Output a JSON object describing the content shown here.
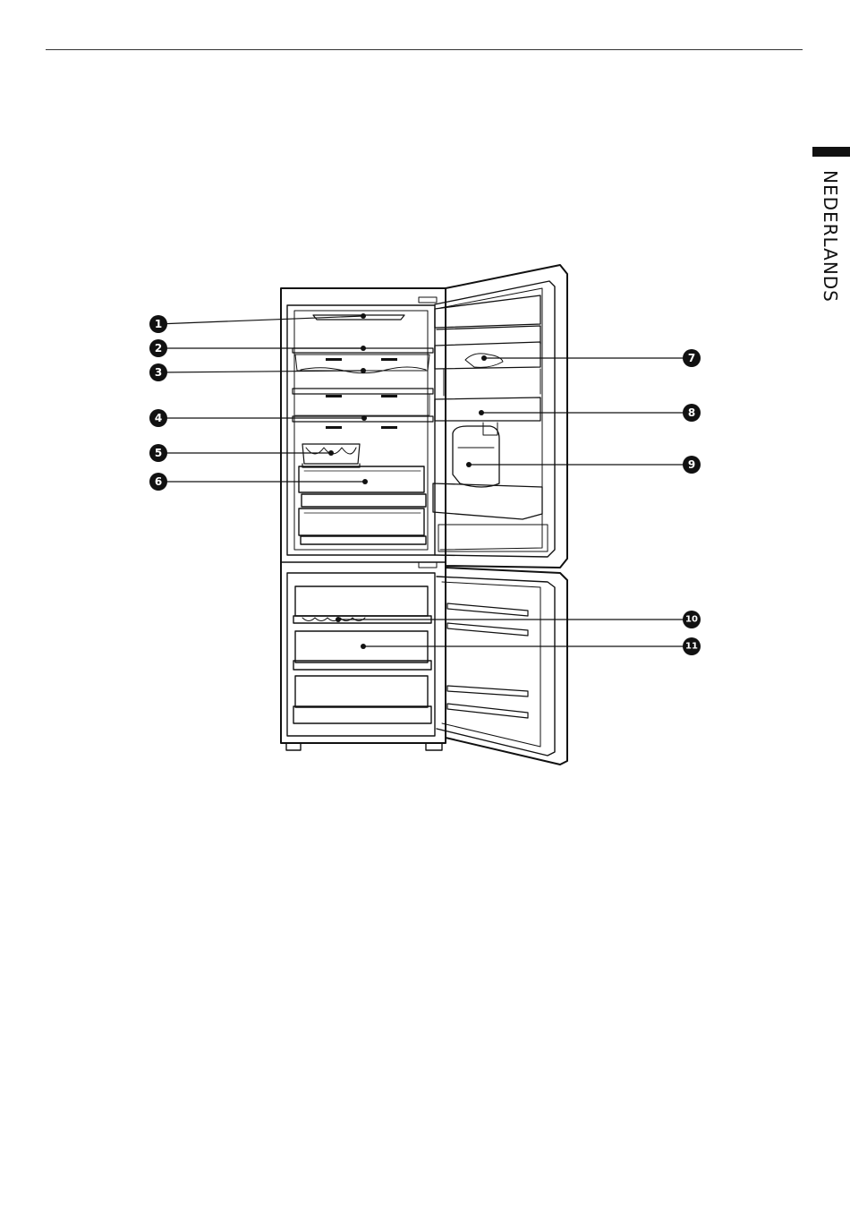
{
  "header": {
    "language_label": "NEDERLANDS"
  },
  "figure": {
    "callouts": [
      {
        "label": "1"
      },
      {
        "label": "2"
      },
      {
        "label": "3"
      },
      {
        "label": "4"
      },
      {
        "label": "5"
      },
      {
        "label": "6"
      },
      {
        "label": "7"
      },
      {
        "label": "8"
      },
      {
        "label": "9"
      },
      {
        "label": "10"
      },
      {
        "label": "11"
      }
    ]
  }
}
